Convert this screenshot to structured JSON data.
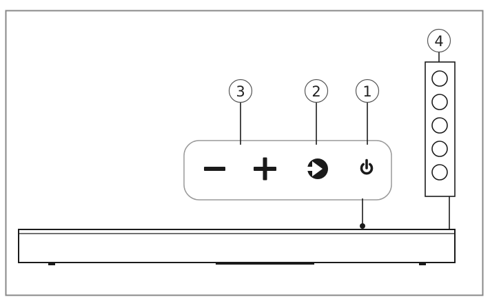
{
  "callouts": [
    {
      "id": "1",
      "label": "1",
      "target": "power-button"
    },
    {
      "id": "2",
      "label": "2",
      "target": "source-button"
    },
    {
      "id": "3",
      "label": "3",
      "target": "volume-buttons"
    },
    {
      "id": "4",
      "label": "4",
      "target": "indicator-lights"
    }
  ],
  "controls": [
    {
      "name": "volume-down-button",
      "icon": "minus-icon"
    },
    {
      "name": "volume-up-button",
      "icon": "plus-icon"
    },
    {
      "name": "source-button",
      "icon": "source-arrow-icon"
    },
    {
      "name": "power-button",
      "icon": "power-icon"
    }
  ],
  "indicator_count": 5,
  "colors": {
    "line": "#1a1a1a",
    "frame": "#888888",
    "fill": "#ffffff"
  }
}
